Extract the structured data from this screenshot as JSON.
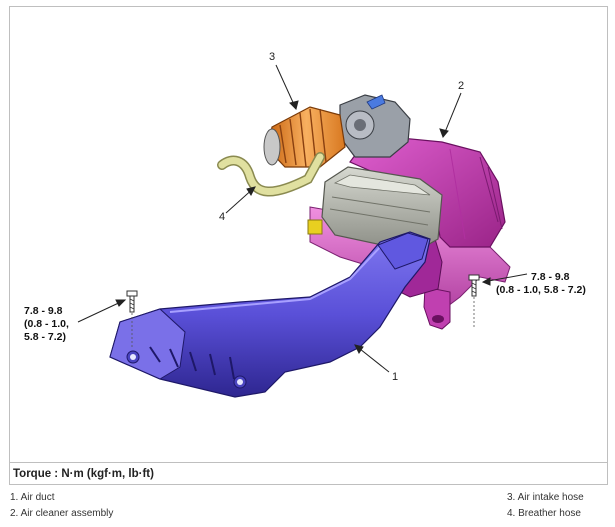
{
  "callouts": [
    "1",
    "2",
    "3",
    "4"
  ],
  "torque_left": {
    "line1": "7.8 - 9.8",
    "line2": "(0.8 - 1.0,",
    "line3": "5.8 - 7.2)"
  },
  "torque_right": {
    "line1": "7.8 - 9.8",
    "line2": "(0.8 - 1.0,  5.8 - 7.2)"
  },
  "torque_label": "Torque : N·m (kgf·m, lb·ft)",
  "legend": [
    "1. Air duct",
    "2. Air cleaner assembly",
    "3. Air intake hose",
    "4. Breather hose"
  ],
  "colors": {
    "air_duct": "#5a50d8",
    "air_cleaner": "#cc3ab8",
    "cleaner_cover": "#a8aaa2",
    "intake_hose": "#f09a3a",
    "breather_hose": "#d8d890",
    "throttle_body": "#9aa0a8"
  }
}
